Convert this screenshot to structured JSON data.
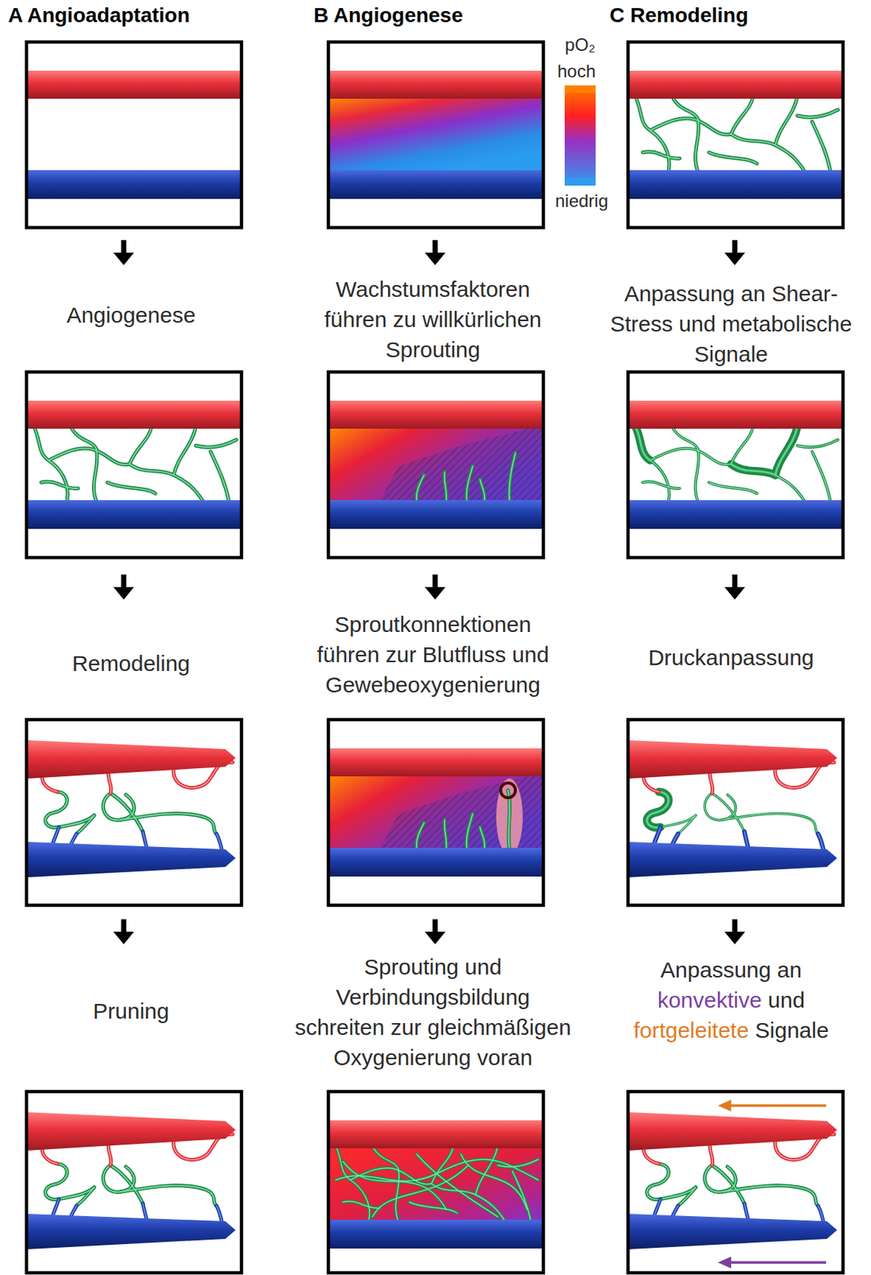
{
  "diagram": {
    "nodes": [
      {
        "text": [
          "A Angioadaptation"
        ]
      },
      {
        "text": [
          "Angiogenese"
        ],
        "in": 0
      },
      {
        "text": [
          "Remodeling"
        ],
        "in": 0
      },
      {
        "text": [
          "Pruning"
        ],
        "in": 0
      },
      {
        "text": [
          "B Angiogenese"
        ]
      },
      {
        "text": [
          "Wachstumsfaktoren führen zu willkürlichen Sprouting"
        ],
        "in": 4
      },
      {
        "text": [
          "Sproutkonnektionen führen zur Blutfluss und Gewebeoxygenierung"
        ],
        "in": 4
      },
      {
        "text": [
          "Sprouting und Verbindungsbildung schreiten zur gleichmäßigen Oxygenierung voran"
        ],
        "in": 4
      },
      {
        "text": [
          "C Remodeling"
        ]
      },
      {
        "text": [
          "Anpassung an Shear-Stress und metabolische Signale"
        ],
        "in": 8
      },
      {
        "text": [
          "Druckanpassung"
        ],
        "in": 8
      },
      {
        "text": [
          "Anpassung an",
          "konvektive",
          "und",
          "fortgeleitete",
          "Signale"
        ],
        "in": 8
      }
    ],
    "labels": [
      "pO₂"
    ],
    "legend": [
      {
        "text": "hoch",
        "color": "#ff8000"
      },
      {
        "text": "niedrig",
        "color": "#2f9bef"
      }
    ]
  }
}
